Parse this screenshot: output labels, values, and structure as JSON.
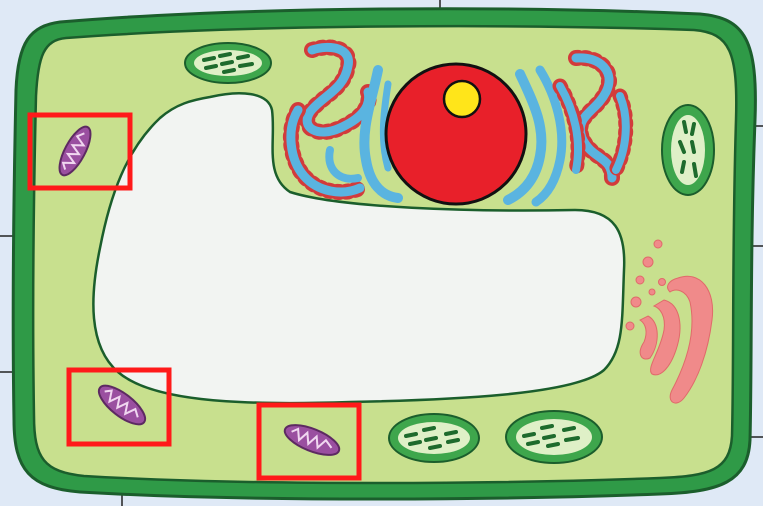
{
  "diagram": {
    "subject": "plant cell",
    "labels": [],
    "highlighted_structure": "mitochondrion",
    "highlight_count": 3
  },
  "colors": {
    "background": "#dfe9f6",
    "cell_wall": "#2f9a47",
    "cell_wall_outline": "#1b5e2c",
    "cytoplasm": "#c8e08e",
    "vacuole": "#f2f4f2",
    "nucleus": "#e8202a",
    "nucleolus": "#ffe51a",
    "endoplasmic_reticulum": "#5ab4e0",
    "ribosome": "#d23b3b",
    "golgi": "#f08a8a",
    "chloroplast": "#3ea64c",
    "chloroplast_stroma": "#dff0c7",
    "mitochondrion": "#9a4fa0",
    "highlight_box": "#ff1a1a",
    "leader_line": "#222222"
  }
}
